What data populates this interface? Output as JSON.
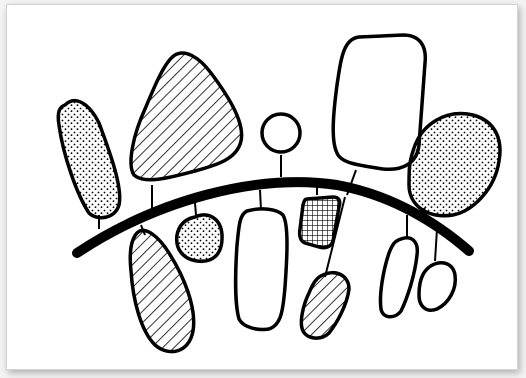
{
  "figure": {
    "kind": "drawn-illustration",
    "style": "black ink outline drawing with stippled, hatched and cross-hatched fills",
    "colors": {
      "ink": "#000000",
      "paper": "#ffffff",
      "card_border": "#d4d4d4"
    },
    "fill_patterns": [
      "stipple",
      "diagonal-hatch",
      "cross-hatch",
      "blank"
    ]
  }
}
